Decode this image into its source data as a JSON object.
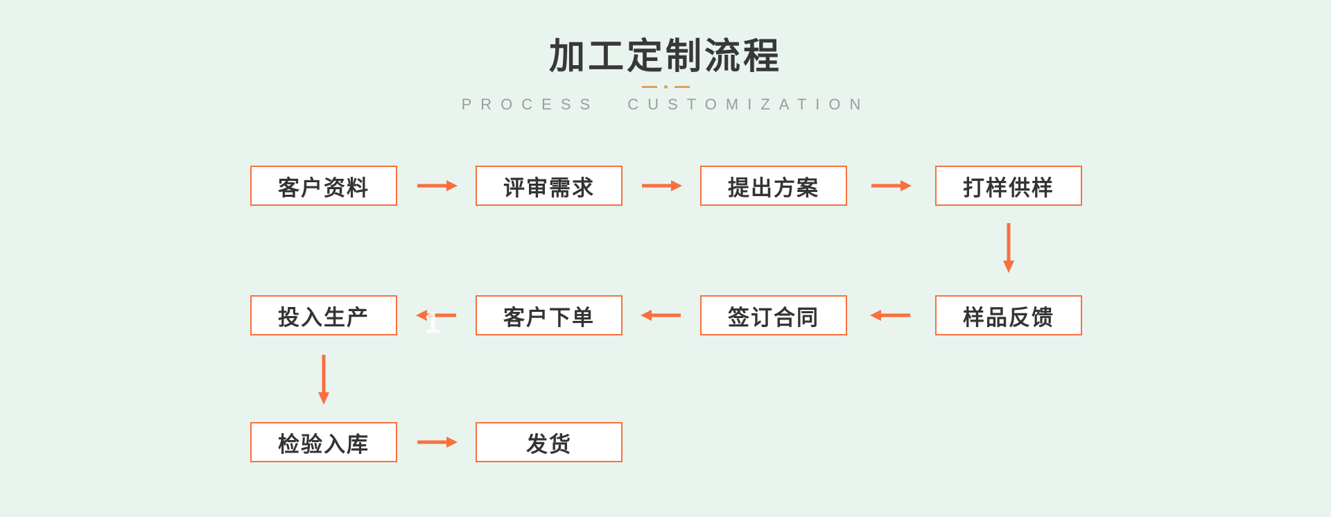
{
  "header": {
    "title": "加工定制流程",
    "subtitle": "PROCESS CUSTOMIZATION"
  },
  "colors": {
    "background": "#e9f4ee",
    "accent_orange": "#f8703e",
    "title": "#383838",
    "subtitle_gray": "#9c9c9c",
    "divider_gold": "#dba15c"
  },
  "flow": {
    "steps": [
      {
        "id": 1,
        "label": "客户资料"
      },
      {
        "id": 2,
        "label": "评审需求"
      },
      {
        "id": 3,
        "label": "提出方案"
      },
      {
        "id": 4,
        "label": "打样供样"
      },
      {
        "id": 5,
        "label": "样品反馈"
      },
      {
        "id": 6,
        "label": "签订合同"
      },
      {
        "id": 7,
        "label": "客户下单"
      },
      {
        "id": 8,
        "label": "投入生产"
      },
      {
        "id": 9,
        "label": "检验入库"
      },
      {
        "id": 10,
        "label": "发货"
      }
    ],
    "watermark": "1"
  }
}
